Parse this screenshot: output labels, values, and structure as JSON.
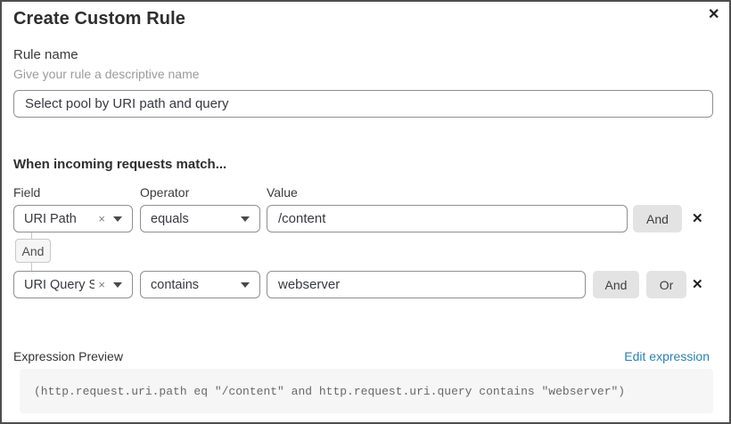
{
  "dialog": {
    "title": "Create Custom Rule"
  },
  "icons": {
    "close": "✕",
    "row_remove": "✕",
    "dropdown_clear": "×"
  },
  "rule_name": {
    "label": "Rule name",
    "helper": "Give your rule a descriptive name",
    "value": "Select pool by URI path and query"
  },
  "matcher": {
    "heading": "When incoming requests match...",
    "columns": {
      "field": "Field",
      "operator": "Operator",
      "value": "Value"
    },
    "rows": [
      {
        "field": "URI Path",
        "operator": "equals",
        "value": "/content",
        "buttons": [
          "And"
        ]
      },
      {
        "field": "URI Query St...",
        "operator": "contains",
        "value": "webserver",
        "buttons": [
          "And",
          "Or"
        ]
      }
    ],
    "connector": "And"
  },
  "expression": {
    "label": "Expression Preview",
    "edit_link": "Edit expression",
    "code": "(http.request.uri.path eq \"/content\" and http.request.uri.query contains \"webserver\")"
  },
  "colors": {
    "link_blue": "#2680ba",
    "button_gray": "#e3e3e3",
    "code_bg": "#f6f6f6",
    "border_gray": "#8f8f8f"
  }
}
